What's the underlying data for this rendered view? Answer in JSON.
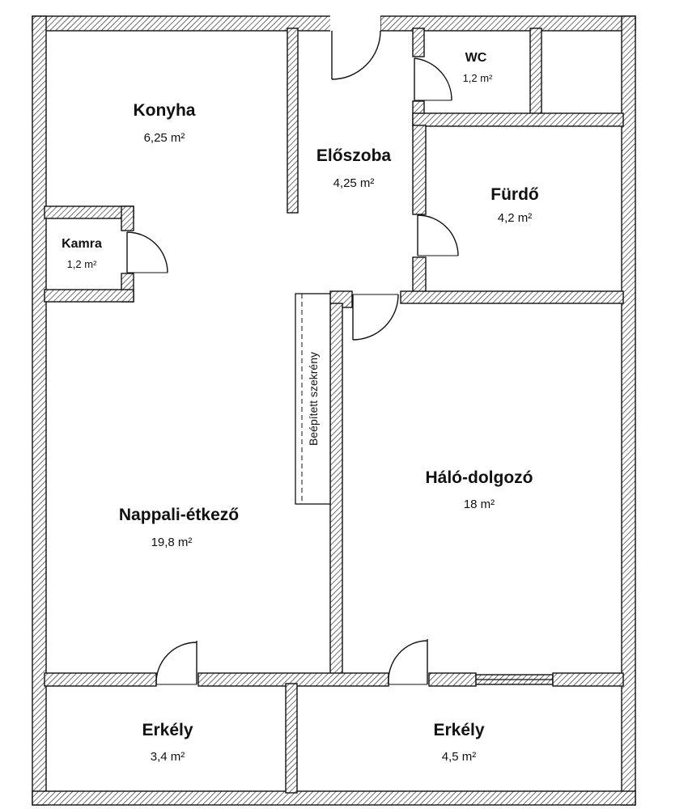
{
  "floorplan": {
    "rooms": [
      {
        "id": "konyha",
        "name": "Konyha",
        "area": "6,25 m²"
      },
      {
        "id": "eloszoba",
        "name": "Előszoba",
        "area": "4,25 m²"
      },
      {
        "id": "wc",
        "name": "WC",
        "area": "1,2 m²"
      },
      {
        "id": "furdo",
        "name": "Fürdő",
        "area": "4,2 m²"
      },
      {
        "id": "kamra",
        "name": "Kamra",
        "area": "1,2 m²"
      },
      {
        "id": "nappali",
        "name": "Nappali-étkező",
        "area": "19,8 m²"
      },
      {
        "id": "halo",
        "name": "Háló-dolgozó",
        "area": "18 m²"
      },
      {
        "id": "erkely-1",
        "name": "Erkély",
        "area": "3,4 m²"
      },
      {
        "id": "erkely-2",
        "name": "Erkély",
        "area": "4,5 m²"
      }
    ],
    "built_in_closet": "Beépített szekrény",
    "colors": {
      "wall_line": "#111111",
      "hatch": "#111111",
      "background": "#ffffff"
    }
  }
}
